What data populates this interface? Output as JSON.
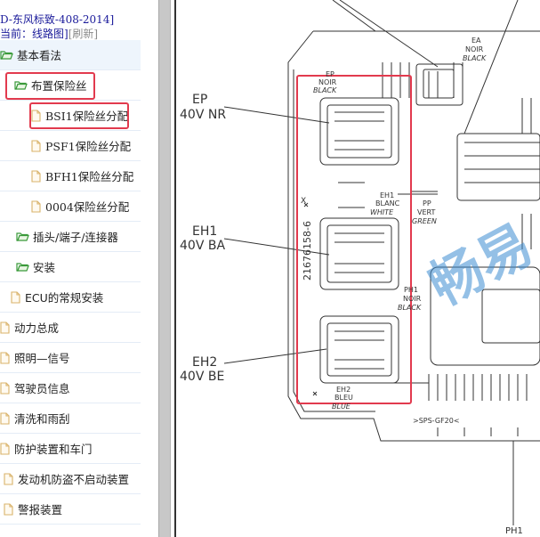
{
  "sidebar": {
    "header_line1": "D-东风标致-408-2014]",
    "header_line2_prefix": "当前：线路图]",
    "header_refresh": "[刷新]",
    "items": [
      {
        "label": "基本看法",
        "icon": "folder-icon"
      },
      {
        "label": "布置保险丝",
        "icon": "folder-icon"
      },
      {
        "label": "BSI1保险丝分配",
        "icon": "doc-icon"
      },
      {
        "label": "PSF1保险丝分配",
        "icon": "doc-icon"
      },
      {
        "label": "BFH1保险丝分配",
        "icon": "doc-icon"
      },
      {
        "label": "0004保险丝分配",
        "icon": "doc-icon"
      },
      {
        "label": "插头/端子/连接器",
        "icon": "folder-icon"
      },
      {
        "label": "安装",
        "icon": "folder-icon"
      },
      {
        "label": "ECU的常规安装",
        "icon": "doc-icon"
      },
      {
        "label": "动力总成",
        "icon": "doc-icon"
      },
      {
        "label": "照明—信号",
        "icon": "doc-icon"
      },
      {
        "label": "驾驶员信息",
        "icon": "doc-icon"
      },
      {
        "label": "清洗和雨刮",
        "icon": "doc-icon"
      },
      {
        "label": "防护装置和车门",
        "icon": "doc-icon"
      },
      {
        "label": "发动机防盗不启动装置",
        "icon": "doc-icon"
      },
      {
        "label": "警报装置",
        "icon": "doc-icon"
      }
    ]
  },
  "diagram": {
    "labels": {
      "ep_big": "EP",
      "ep_big_sub": "40V NR",
      "eh1_big": "EH1",
      "eh1_big_sub": "40V BA",
      "eh2_big": "EH2",
      "eh2_big_sub": "40V BE",
      "ep_small": "EP",
      "ep_noir": "NOIR",
      "ep_black": "BLACK",
      "ea_small": "EA",
      "ea_noir": "NOIR",
      "ea_black": "BLACK",
      "eh1_small": "EH1",
      "eh1_blanc": "BLANC",
      "eh1_white": "WHITE",
      "pp_small": "PP",
      "pp_vert": "VERT",
      "pp_green": "GREEN",
      "ph1_small": "PH1",
      "ph1_noir": "NOIR",
      "ph1_black": "BLACK",
      "eh2_small": "EH2",
      "eh2_bleu": "BLEU",
      "eh2_blue": "BLUE",
      "part_number": "21676158-6",
      "x_mark": "X",
      "sps_code": ">SPS-GF20<",
      "bottom_label": "PH1"
    },
    "watermark": "畅易"
  },
  "colors": {
    "highlight_red": "#e23a4e",
    "folder_green": "#3a9a3a",
    "doc_tan": "#d9b36a",
    "header_blue": "#1a1a9a",
    "diagram_line": "#333333"
  }
}
